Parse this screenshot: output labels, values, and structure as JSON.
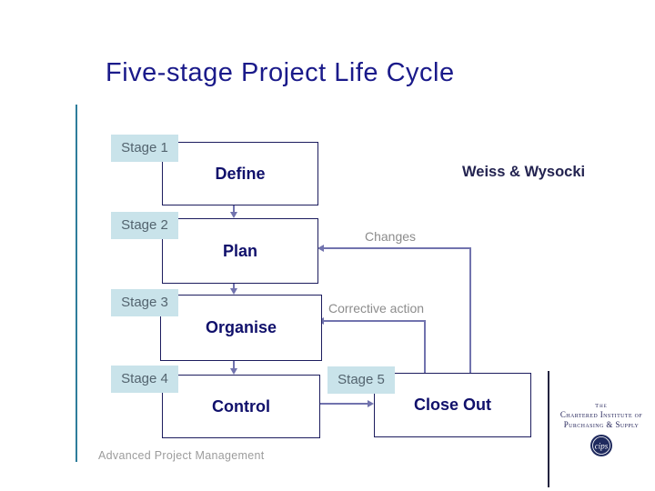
{
  "slide": {
    "title": "Five-stage Project Life Cycle",
    "attribution": "Weiss & Wysocki",
    "footer": "Advanced Project Management"
  },
  "diagram": {
    "stages": [
      {
        "tag": "Stage 1",
        "label": "Define"
      },
      {
        "tag": "Stage 2",
        "label": "Plan"
      },
      {
        "tag": "Stage 3",
        "label": "Organise"
      },
      {
        "tag": "Stage 4",
        "label": "Control"
      },
      {
        "tag": "Stage 5",
        "label": "Close Out"
      }
    ],
    "annotations": {
      "changes": "Changes",
      "corrective_action": "Corrective action"
    }
  },
  "logo": {
    "line1": "The",
    "line2": "Chartered Institute of",
    "line3": "Purchasing & Supply",
    "monogram": "cips"
  },
  "colors": {
    "title_navy": "#1a1a8a",
    "box_border_navy": "#1c1c5e",
    "box_text_navy": "#10106b",
    "stage_tag_bg": "#c9e3ea",
    "stage_tag_text": "#53646f",
    "arrow_slate": "#7173ae",
    "annotation_gray": "#8c8c8c",
    "left_line_teal": "#2e7d9b",
    "logo_navy": "#27275c"
  }
}
